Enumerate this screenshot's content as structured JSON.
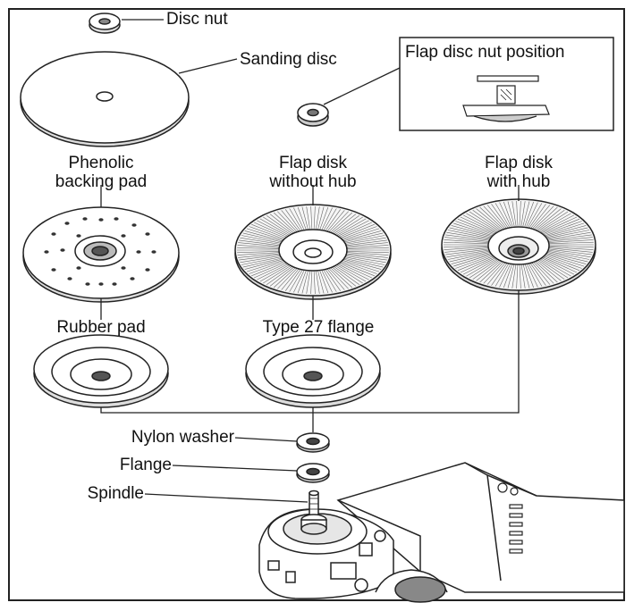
{
  "labels": {
    "disc_nut": "Disc nut",
    "sanding_disc": "Sanding disc",
    "flap_disc_nut_position": "Flap disc nut position",
    "phenolic_line1": "Phenolic",
    "phenolic_line2": "backing pad",
    "flap_without_hub_line1": "Flap disk",
    "flap_without_hub_line2": "without hub",
    "flap_with_hub_line1": "Flap disk",
    "flap_with_hub_line2": "with hub",
    "rubber_pad": "Rubber pad",
    "type27_flange": "Type 27 flange",
    "nylon_washer": "Nylon washer",
    "flange": "Flange",
    "spindle": "Spindle"
  },
  "colors": {
    "line": "#222222",
    "hatch": "#555555",
    "fill": "#ffffff",
    "shade": "#e6e6e6"
  }
}
